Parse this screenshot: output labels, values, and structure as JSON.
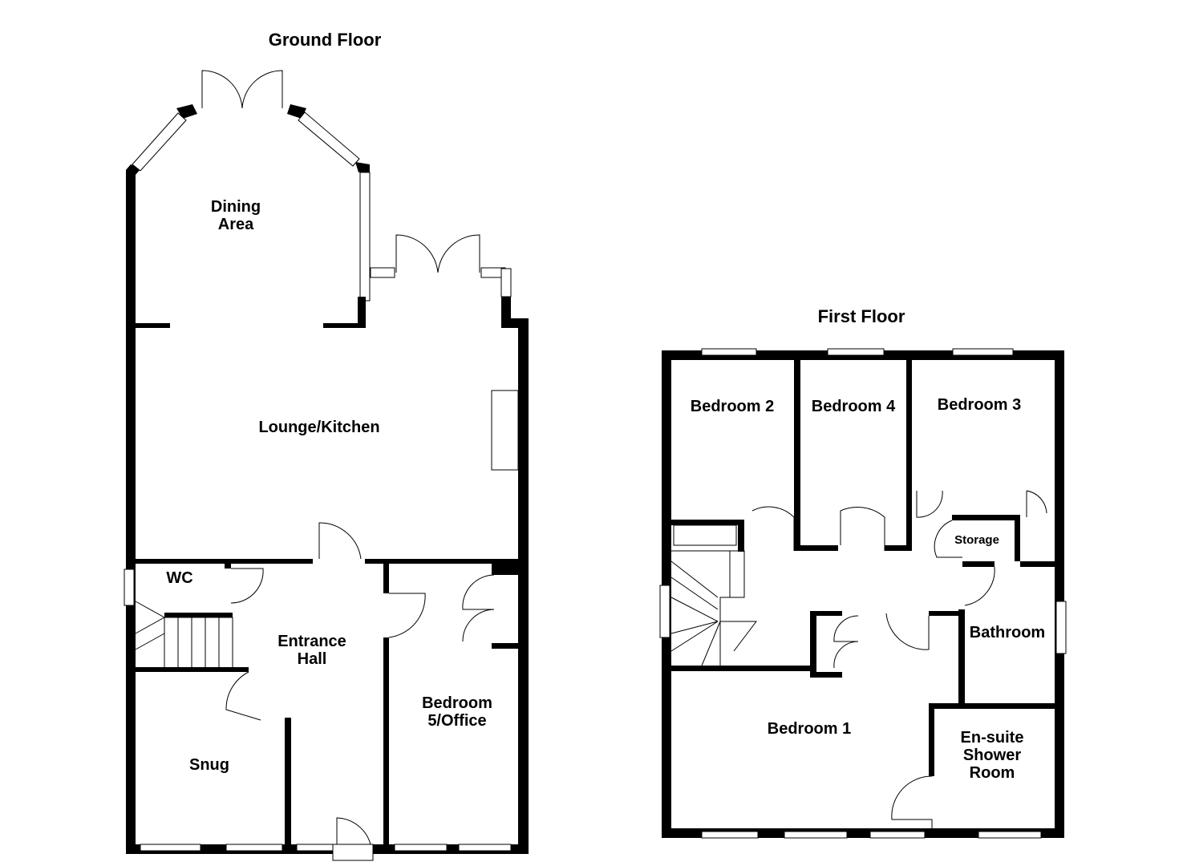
{
  "ground_floor": {
    "title": "Ground Floor",
    "rooms": {
      "dining_1": "Dining",
      "dining_2": "Area",
      "lounge": "Lounge/Kitchen",
      "wc": "WC",
      "hall_1": "Entrance",
      "hall_2": "Hall",
      "bed5_1": "Bedroom",
      "bed5_2": "5/Office",
      "snug": "Snug"
    }
  },
  "first_floor": {
    "title": "First Floor",
    "rooms": {
      "bed2": "Bedroom 2",
      "bed4": "Bedroom 4",
      "bed3": "Bedroom 3",
      "storage": "Storage",
      "bathroom": "Bathroom",
      "bed1": "Bedroom 1",
      "ensuite_1": "En-suite",
      "ensuite_2": "Shower",
      "ensuite_3": "Room"
    }
  }
}
